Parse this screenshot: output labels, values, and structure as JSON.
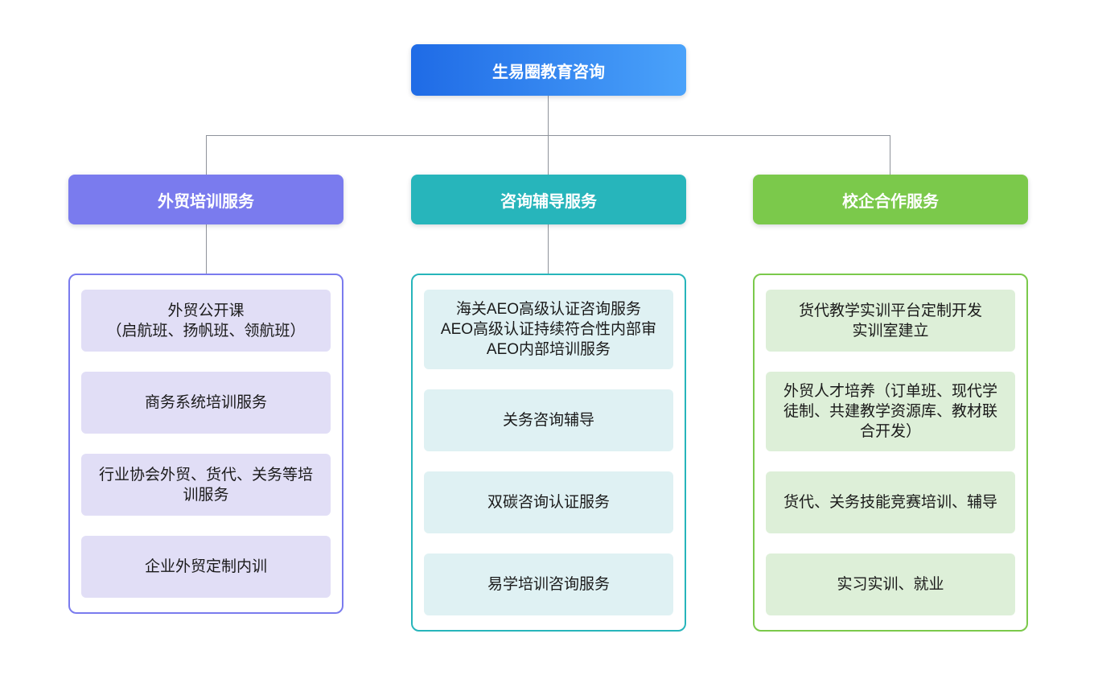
{
  "root": {
    "label": "生易圈教育咨询"
  },
  "branches": [
    {
      "label": "外贸培训服务",
      "items": [
        "外贸公开课\n（启航班、扬帆班、领航班）",
        "商务系统培训服务",
        "行业协会外贸、货代、关务等培训服务",
        "企业外贸定制内训"
      ]
    },
    {
      "label": "咨询辅导服务",
      "items": [
        "海关AEO高级认证咨询服务\nAEO高级认证持续符合性内部审\nAEO内部培训服务",
        "关务咨询辅导",
        "双碳咨询认证服务",
        "易学培训咨询服务"
      ]
    },
    {
      "label": "校企合作服务",
      "items": [
        "货代教学实训平台定制开发\n实训室建立",
        "外贸人才培养（订单班、现代学徒制、共建教学资源库、教材联合开发）",
        "货代、关务技能竞赛培训、辅导",
        "实习实训、就业"
      ]
    }
  ],
  "colors": {
    "root_from": "#1f6be6",
    "root_to": "#4aa2fa",
    "branch1": "#7a7bee",
    "branch1_item_bg": "#e1def6",
    "branch2": "#27b5bb",
    "branch2_item_bg": "#dff1f3",
    "branch3": "#7bc94b",
    "branch3_item_bg": "#ddefd8",
    "connector": "#8e939b",
    "item_text": "#1a1a1a"
  }
}
